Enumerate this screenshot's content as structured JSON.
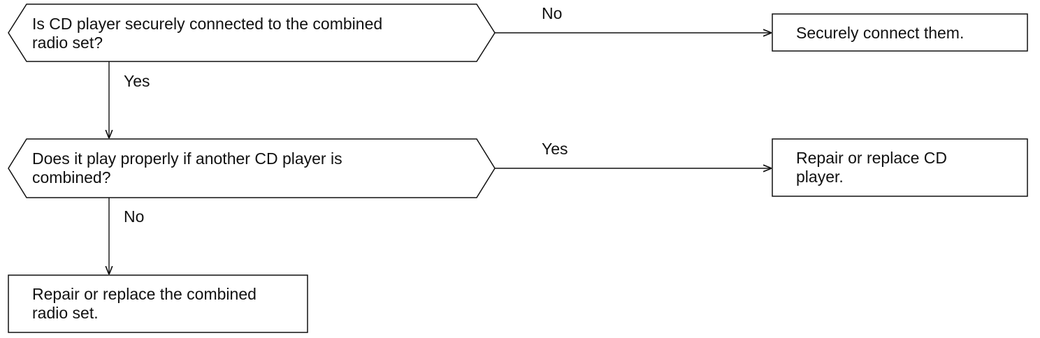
{
  "nodes": {
    "q1": {
      "type": "decision",
      "lines": [
        "Is CD player securely connected to the combined",
        "radio set?"
      ]
    },
    "a1": {
      "type": "action",
      "lines": [
        "Securely connect them."
      ]
    },
    "q2": {
      "type": "decision",
      "lines": [
        "Does it play properly if another CD player is",
        "combined?"
      ]
    },
    "a2": {
      "type": "action",
      "lines": [
        "Repair or replace CD",
        "player."
      ]
    },
    "a3": {
      "type": "action",
      "lines": [
        "Repair or replace the combined",
        "radio set."
      ]
    }
  },
  "edges": {
    "q1_no": {
      "from": "q1",
      "to": "a1",
      "label": "No"
    },
    "q1_yes": {
      "from": "q1",
      "to": "q2",
      "label": "Yes"
    },
    "q2_yes": {
      "from": "q2",
      "to": "a2",
      "label": "Yes"
    },
    "q2_no": {
      "from": "q2",
      "to": "a3",
      "label": "No"
    }
  },
  "colors": {
    "stroke": "#111111",
    "background": "#ffffff"
  }
}
